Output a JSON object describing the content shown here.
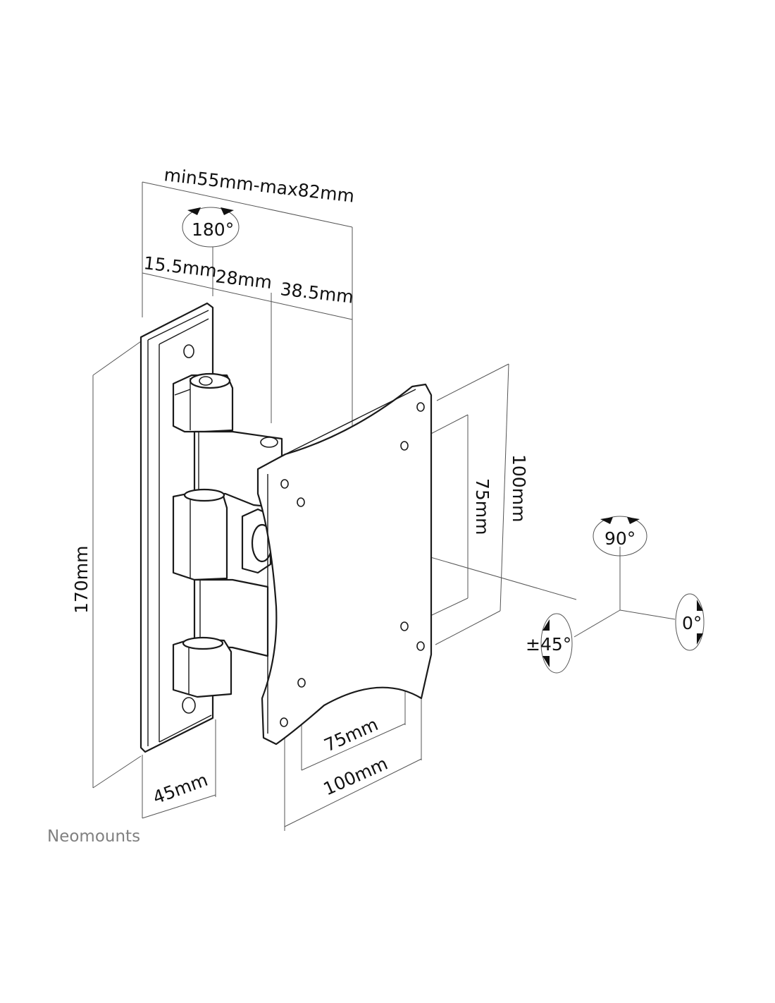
{
  "dimensions": {
    "total_depth": "min55mm-max82mm",
    "seg_1": "15.5mm",
    "seg_2": "28mm",
    "seg_3": "38.5mm",
    "plate_height": "170mm",
    "plate_width": "45mm",
    "vesa_outer_h": "100mm",
    "vesa_inner_h": "75mm",
    "vesa_inner_w": "75mm",
    "vesa_outer_w": "100mm"
  },
  "angles": {
    "swivel": "180°",
    "tilt": "90°",
    "rotation": "0°",
    "rotate": "±45°"
  },
  "brand": {
    "name": "Neomounts"
  }
}
